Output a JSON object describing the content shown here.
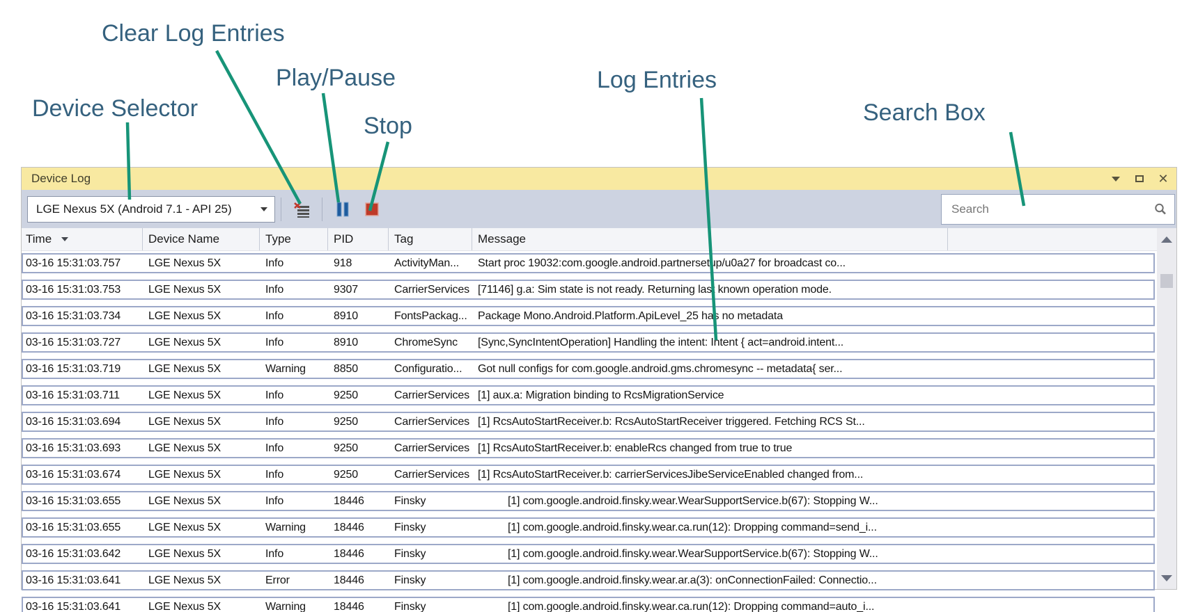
{
  "annotations": {
    "text_color": "#35617E",
    "line_color": "#179478",
    "labels": {
      "clear_log": "Clear Log Entries",
      "play_pause": "Play/Pause",
      "device_selector": "Device Selector",
      "stop": "Stop",
      "log_entries": "Log Entries",
      "search_box": "Search Box"
    }
  },
  "window": {
    "title": "Device Log",
    "titlebar_color": "#F8E9A1",
    "controls": [
      "window-position-menu",
      "maximize",
      "close"
    ]
  },
  "toolbar": {
    "device_selector_value": "LGE Nexus 5X (Android 7.1 - API 25)",
    "buttons": [
      "clear-log-entries",
      "play-pause",
      "stop"
    ],
    "search_placeholder": "Search"
  },
  "table": {
    "columns": [
      "Time",
      "Device Name",
      "Type",
      "PID",
      "Tag",
      "Message"
    ],
    "sorted_by": "Time",
    "sort_direction": "descending",
    "rows": [
      {
        "time": "03-16 15:31:03.757",
        "device": "LGE Nexus 5X",
        "type": "Info",
        "pid": "918",
        "tag": "ActivityMan...",
        "message": "Start proc 19032:com.google.android.partnersetup/u0a27 for broadcast co..."
      },
      {
        "time": "03-16 15:31:03.753",
        "device": "LGE Nexus 5X",
        "type": "Info",
        "pid": "9307",
        "tag": "CarrierServices",
        "message": "[71146] g.a: Sim state is not ready. Returning last known operation mode."
      },
      {
        "time": "03-16 15:31:03.734",
        "device": "LGE Nexus 5X",
        "type": "Info",
        "pid": "8910",
        "tag": "FontsPackag...",
        "message": "Package Mono.Android.Platform.ApiLevel_25 has no metadata"
      },
      {
        "time": "03-16 15:31:03.727",
        "device": "LGE Nexus 5X",
        "type": "Info",
        "pid": "8910",
        "tag": "ChromeSync",
        "message": "[Sync,SyncIntentOperation] Handling the intent: Intent { act=android.intent..."
      },
      {
        "time": "03-16 15:31:03.719",
        "device": "LGE Nexus 5X",
        "type": "Warning",
        "pid": "8850",
        "tag": "Configuratio...",
        "message": "Got null configs for com.google.android.gms.chromesync -- metadata{ ser..."
      },
      {
        "time": "03-16 15:31:03.711",
        "device": "LGE Nexus 5X",
        "type": "Info",
        "pid": "9250",
        "tag": "CarrierServices",
        "message": "[1] aux.a: Migration binding to RcsMigrationService"
      },
      {
        "time": "03-16 15:31:03.694",
        "device": "LGE Nexus 5X",
        "type": "Info",
        "pid": "9250",
        "tag": "CarrierServices",
        "message": "[1] RcsAutoStartReceiver.b: RcsAutoStartReceiver triggered. Fetching RCS St..."
      },
      {
        "time": "03-16 15:31:03.693",
        "device": "LGE Nexus 5X",
        "type": "Info",
        "pid": "9250",
        "tag": "CarrierServices",
        "message": "[1] RcsAutoStartReceiver.b: enableRcs changed from true to true"
      },
      {
        "time": "03-16 15:31:03.674",
        "device": "LGE Nexus 5X",
        "type": "Info",
        "pid": "9250",
        "tag": "CarrierServices",
        "message": "[1] RcsAutoStartReceiver.b: carrierServicesJibeServiceEnabled changed from..."
      },
      {
        "time": "03-16 15:31:03.655",
        "device": "LGE Nexus 5X",
        "type": "Info",
        "pid": "18446",
        "tag": "Finsky",
        "message": "          [1] com.google.android.finsky.wear.WearSupportService.b(67): Stopping W..."
      },
      {
        "time": "03-16 15:31:03.655",
        "device": "LGE Nexus 5X",
        "type": "Warning",
        "pid": "18446",
        "tag": "Finsky",
        "message": "          [1] com.google.android.finsky.wear.ca.run(12): Dropping command=send_i..."
      },
      {
        "time": "03-16 15:31:03.642",
        "device": "LGE Nexus 5X",
        "type": "Info",
        "pid": "18446",
        "tag": "Finsky",
        "message": "          [1] com.google.android.finsky.wear.WearSupportService.b(67): Stopping W..."
      },
      {
        "time": "03-16 15:31:03.641",
        "device": "LGE Nexus 5X",
        "type": "Error",
        "pid": "18446",
        "tag": "Finsky",
        "message": "          [1] com.google.android.finsky.wear.ar.a(3): onConnectionFailed: Connectio..."
      },
      {
        "time": "03-16 15:31:03.641",
        "device": "LGE Nexus 5X",
        "type": "Warning",
        "pid": "18446",
        "tag": "Finsky",
        "message": "          [1] com.google.android.finsky.wear.ca.run(12): Dropping command=auto_i..."
      }
    ]
  }
}
